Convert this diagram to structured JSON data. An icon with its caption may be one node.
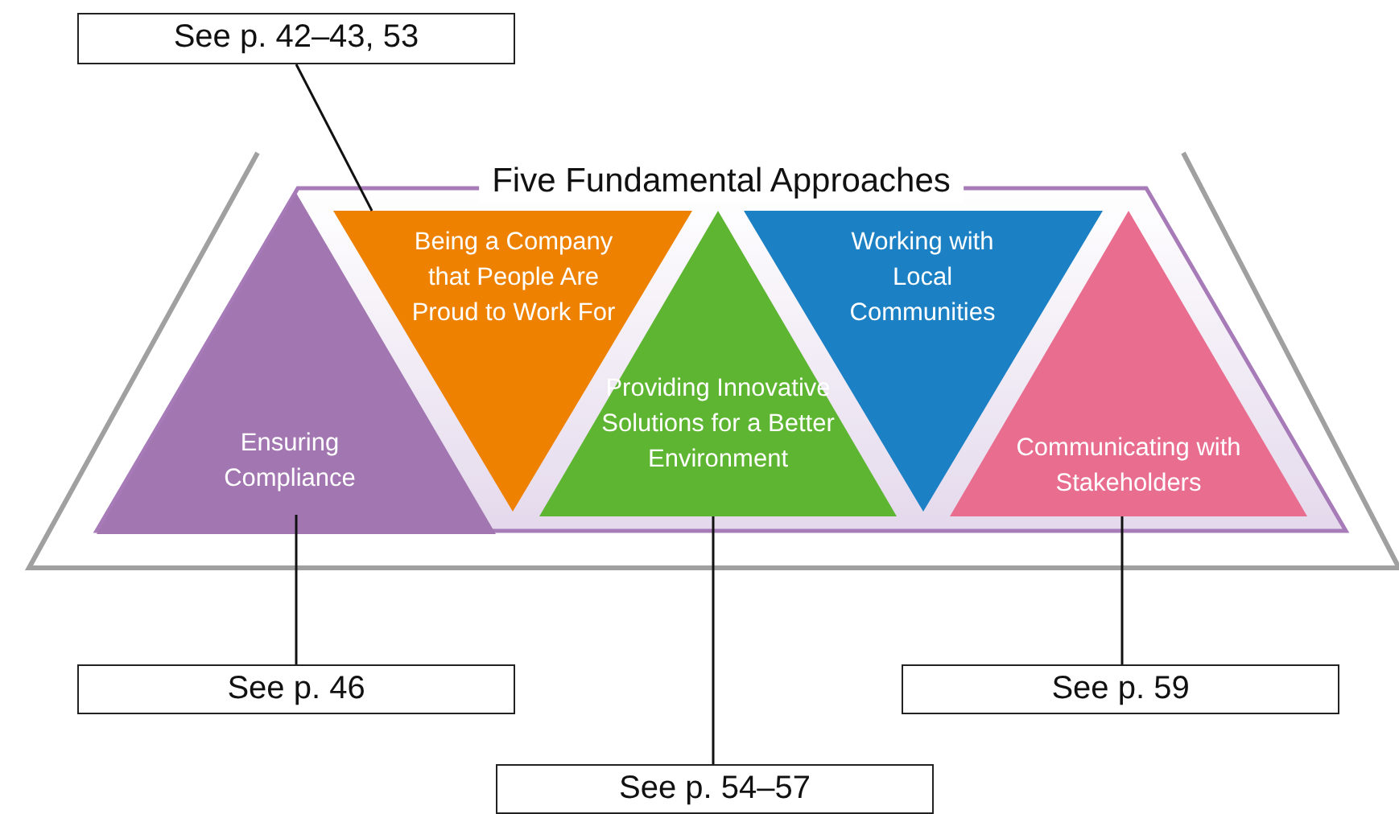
{
  "diagram": {
    "nodes": [
      {
        "text": [
          "See p. 42–43, 53"
        ]
      },
      {
        "text": [
          "Five Fundamental Approaches"
        ]
      },
      {
        "text": [
          "Ensuring Compliance"
        ],
        "in": 1
      },
      {
        "text": [
          "Being a Company that People Are Proud to Work For"
        ],
        "in": 1
      },
      {
        "text": [
          "Providing Innovative Solutions for a Better Environment"
        ],
        "in": 1
      },
      {
        "text": [
          "Working with Local Communities"
        ],
        "in": 1
      },
      {
        "text": [
          "Communicating with Stakeholders"
        ],
        "in": 1
      },
      {
        "text": [
          "See p. 46"
        ]
      },
      {
        "text": [
          "See p. 59"
        ]
      },
      {
        "text": [
          "See p. 54–57"
        ]
      }
    ],
    "edges": [
      {
        "from": 0,
        "to": 3,
        "arrow": "none"
      },
      {
        "from": 7,
        "to": 2,
        "arrow": "none"
      },
      {
        "from": 9,
        "to": 4,
        "arrow": "none"
      },
      {
        "from": 8,
        "to": 6,
        "arrow": "none"
      }
    ]
  }
}
